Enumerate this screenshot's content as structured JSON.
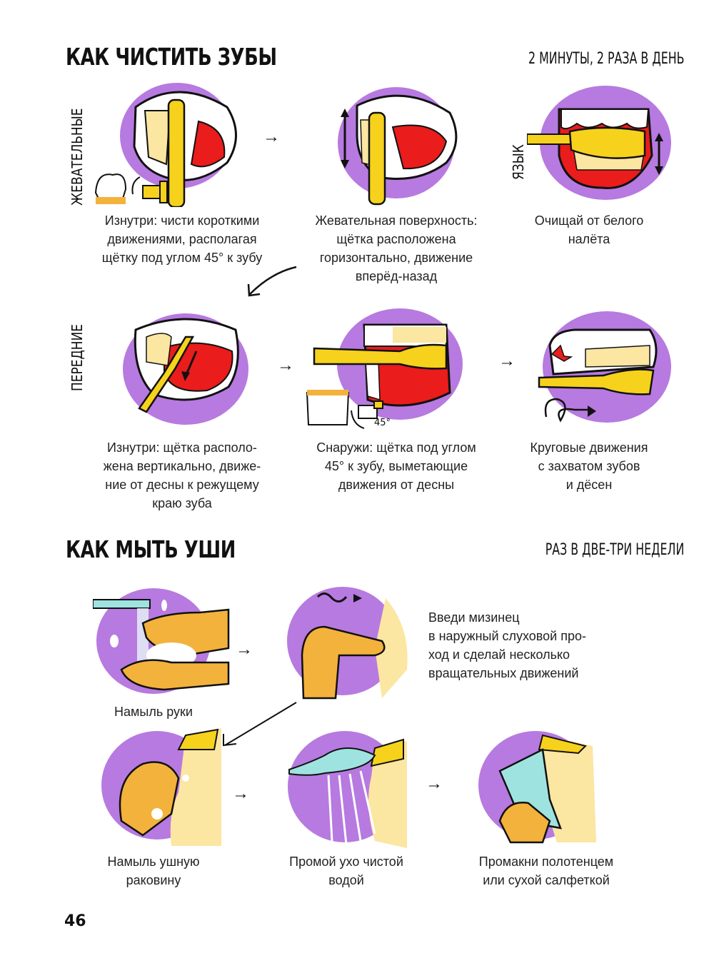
{
  "colors": {
    "purple": "#b77ae0",
    "red": "#ea1c1c",
    "yellow": "#f6d21c",
    "skin": "#f3b23c",
    "skin_light": "#fbe6a2",
    "aqua": "#9fe3e0",
    "ink": "#111111"
  },
  "teeth": {
    "title": "КАК ЧИСТИТЬ ЗУБЫ",
    "frequency": "2 МИНУТЫ, 2 РАЗА В ДЕНЬ",
    "section_labels": {
      "chewing": "ЖЕВАТЕЛЬНЫЕ",
      "tongue": "ЯЗЫК",
      "front": "ПЕРЕДНИЕ"
    },
    "steps": [
      {
        "illustration": "brush-inner-chewing-teeth",
        "lines": [
          "Изнутри: чисти короткими",
          "движениями, располагая",
          "щётку под углом 45° к зубу"
        ]
      },
      {
        "illustration": "brush-chewing-surface",
        "lines": [
          "Жевательная поверхность:",
          "щётка расположена",
          "горизонтально, движение",
          "вперёд-назад"
        ]
      },
      {
        "illustration": "brush-tongue",
        "lines": [
          "Очищай от белого",
          "налёта"
        ]
      },
      {
        "illustration": "brush-inner-front-teeth",
        "lines": [
          "Изнутри: щётка располо-",
          "жена вертикально, движе-",
          "ние от десны к режущему",
          "краю зуба"
        ]
      },
      {
        "illustration": "brush-outer-45deg",
        "angle_label": "45°",
        "lines": [
          "Снаружи: щётка под углом",
          "45° к зубу, выметающие",
          "движения от десны"
        ]
      },
      {
        "illustration": "brush-circular",
        "lines": [
          "Круговые движения",
          "с захватом зубов",
          "и дёсен"
        ]
      }
    ]
  },
  "ears": {
    "title": "КАК МЫТЬ УШИ",
    "frequency": "РАЗ В ДВЕ-ТРИ НЕДЕЛИ",
    "steps": [
      {
        "illustration": "lather-hands",
        "lines": [
          "Намыль руки"
        ]
      },
      {
        "illustration": "finger-in-ear",
        "lines": [
          "Введи мизинец",
          "в наружный слуховой про-",
          "ход и сделай несколько",
          "вращательных движений"
        ]
      },
      {
        "illustration": "lather-ear",
        "lines": [
          "Намыль ушную",
          "раковину"
        ]
      },
      {
        "illustration": "rinse-ear-shower",
        "lines": [
          "Промой ухо чистой",
          "водой"
        ]
      },
      {
        "illustration": "dry-ear-towel",
        "lines": [
          "Промакни полотенцем",
          "или сухой салфеткой"
        ]
      }
    ]
  },
  "arrows": {
    "right": "→"
  },
  "page_number": "46"
}
